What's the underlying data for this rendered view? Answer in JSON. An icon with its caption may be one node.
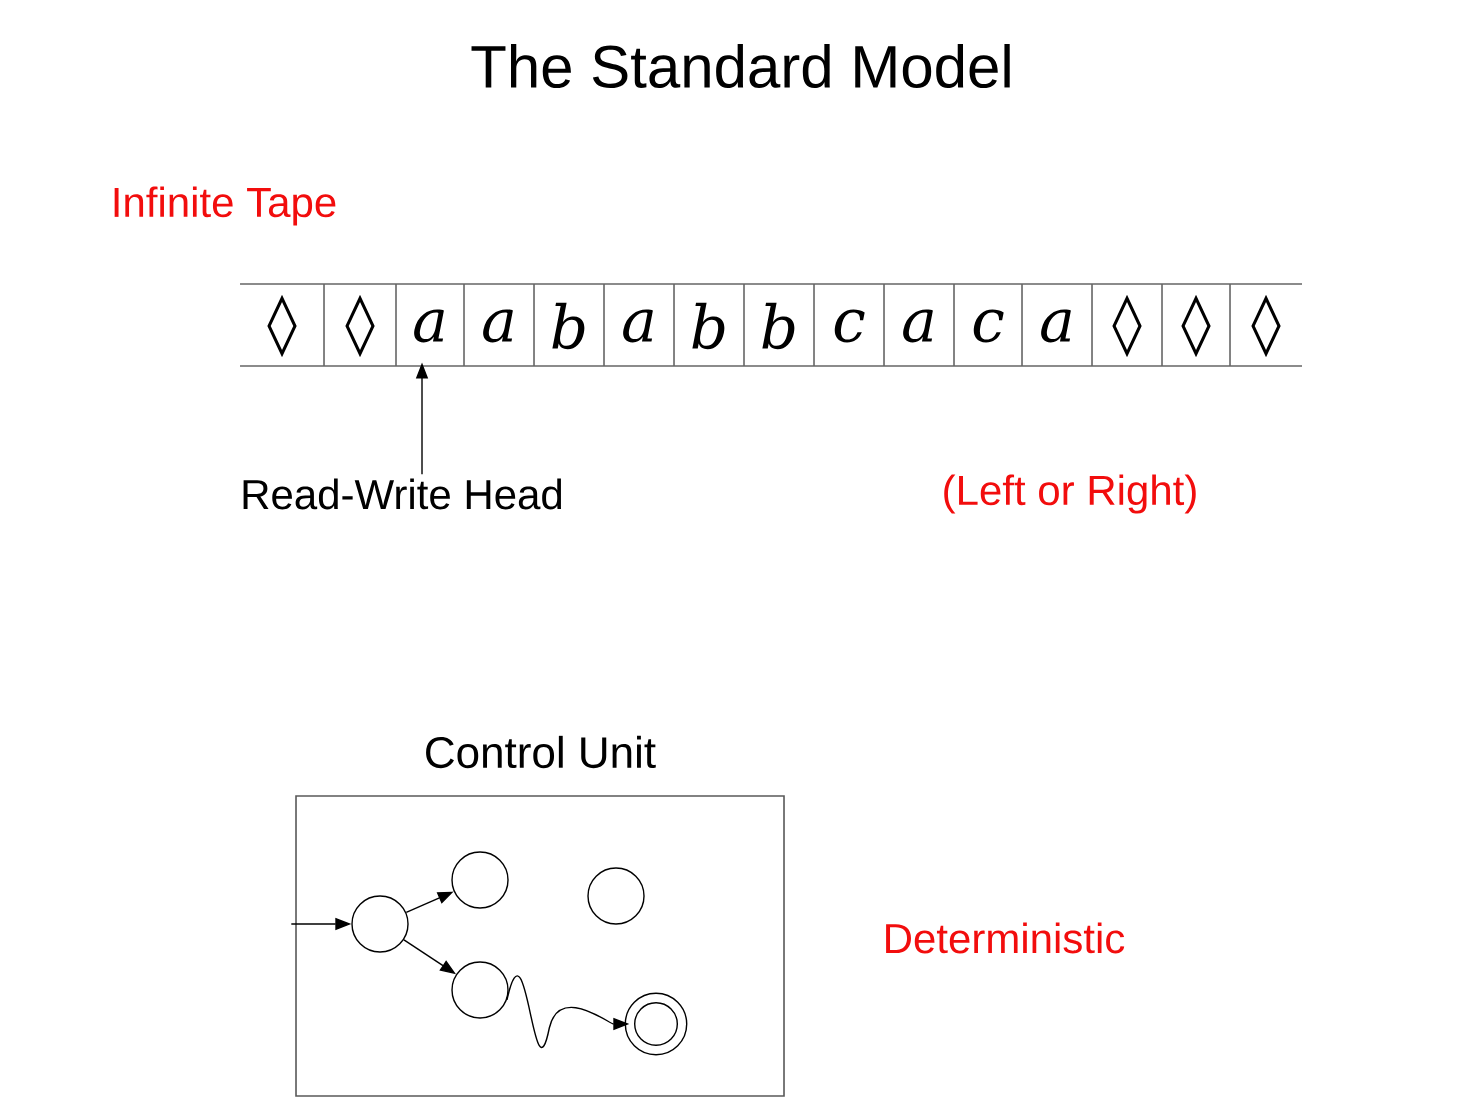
{
  "diagram": {
    "title": "The Standard Model",
    "nodes": [
      {
        "text": [
          "Read-Write Head"
        ]
      },
      {
        "text": [
          "◊"
        ]
      },
      {
        "text": [
          "◊"
        ]
      },
      {
        "text": [
          "a"
        ]
      },
      {
        "text": [
          "a"
        ]
      },
      {
        "text": [
          "b"
        ]
      },
      {
        "text": [
          "a"
        ]
      },
      {
        "text": [
          "b"
        ]
      },
      {
        "text": [
          "b"
        ]
      },
      {
        "text": [
          "c"
        ]
      },
      {
        "text": [
          "a"
        ]
      },
      {
        "text": [
          "c"
        ]
      },
      {
        "text": [
          "a"
        ]
      },
      {
        "text": [
          "◊"
        ]
      },
      {
        "text": [
          "◊"
        ]
      },
      {
        "text": [
          "◊"
        ]
      },
      {
        "text": [
          "Control Unit"
        ]
      },
      {
        "text": [],
        "shape": "circle",
        "in": 16
      },
      {
        "text": [],
        "shape": "circle",
        "in": 16
      },
      {
        "text": [],
        "shape": "circle",
        "in": 16
      },
      {
        "text": [],
        "shape": "circle",
        "in": 16
      },
      {
        "text": [],
        "shape": "doublecircle",
        "in": 16
      }
    ],
    "edges": [
      {
        "from": 0,
        "to": 3,
        "arrow": "to"
      },
      {
        "from": null,
        "to": 17,
        "arrow": "to"
      },
      {
        "from": 17,
        "to": 18,
        "arrow": "to"
      },
      {
        "from": 17,
        "to": 20,
        "arrow": "to"
      },
      {
        "from": 20,
        "to": 21,
        "arrow": "to"
      }
    ],
    "labels": [
      "Infinite Tape",
      "(Left or Right)",
      "Deterministic"
    ]
  }
}
